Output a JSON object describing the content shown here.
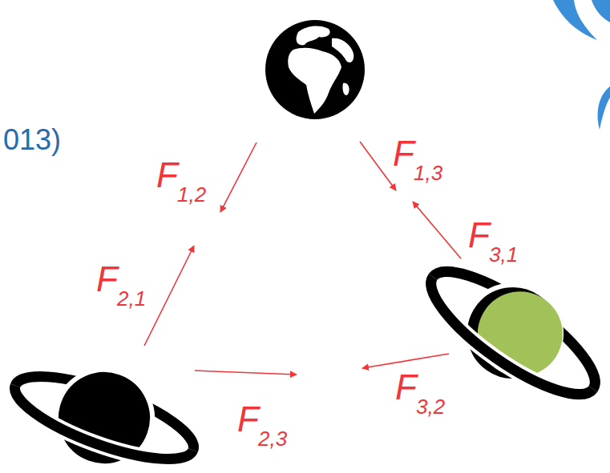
{
  "diagram": {
    "labels": [
      "013)",
      "F",
      "1,2",
      "F",
      "1,3",
      "F",
      "3,1",
      "F",
      "2,1",
      "F",
      "2,3",
      "F",
      "3,2"
    ]
  }
}
